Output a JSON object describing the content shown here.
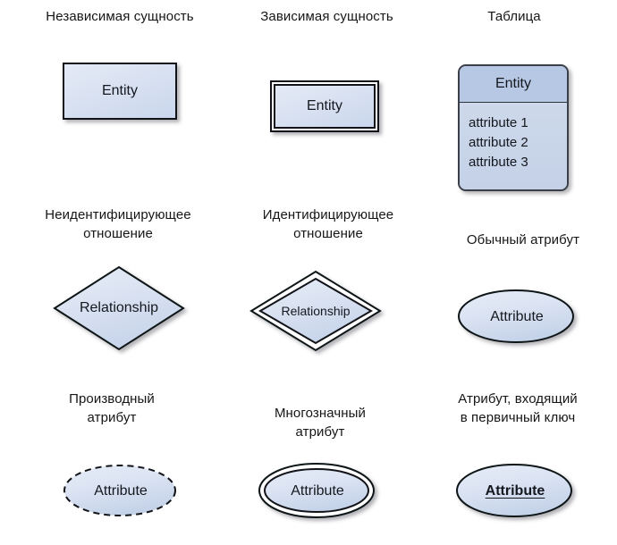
{
  "diagram": {
    "title_hidden": "",
    "legend": [
      {
        "id": "independent-entity",
        "label": "Независимая сущность",
        "shape": "rectangle",
        "shape_text": "Entity"
      },
      {
        "id": "dependent-entity",
        "label": "Зависимая сущность",
        "shape": "double-rectangle",
        "shape_text": "Entity"
      },
      {
        "id": "table",
        "label": "Таблица",
        "shape": "table",
        "shape_text": "Entity",
        "attributes": [
          "attribute 1",
          "attribute 2",
          "attribute 3"
        ]
      },
      {
        "id": "non-identifying-relationship",
        "label": "Неидентифицирующее\nотношение",
        "shape": "diamond",
        "shape_text": "Relationship"
      },
      {
        "id": "identifying-relationship",
        "label": "Идентифицирующее\nотношение",
        "shape": "double-diamond",
        "shape_text": "Relationship"
      },
      {
        "id": "regular-attribute",
        "label": "Обычный атрибут",
        "shape": "ellipse",
        "shape_text": "Attribute"
      },
      {
        "id": "derived-attribute",
        "label": "Производный\nатрибут",
        "shape": "dashed-ellipse",
        "shape_text": "Attribute"
      },
      {
        "id": "multivalued-attribute",
        "label": "Многозначный\nатрибут",
        "shape": "double-ellipse",
        "shape_text": "Attribute"
      },
      {
        "id": "primary-key-attribute",
        "label": "Атрибут, входящий\nв первичный ключ",
        "shape": "ellipse-bold-underline",
        "shape_text": "Attribute"
      }
    ],
    "colors": {
      "fill_light": "#e4eaf6",
      "fill_mid": "#d2dcee",
      "fill_dark": "#c9d6ec",
      "table_header": "#b6c8e4",
      "stroke": "#111318",
      "text": "#15181e",
      "background": "#ffffff"
    }
  }
}
